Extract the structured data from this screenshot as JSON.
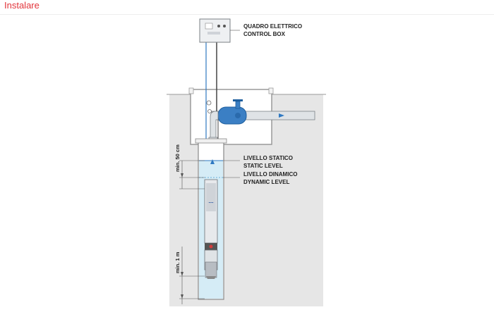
{
  "header": {
    "title": "Instalare"
  },
  "diagram": {
    "control_box": {
      "line1": "QUADRO ELETTRICO",
      "line2": "CONTROL BOX"
    },
    "static_level": {
      "line1": "LIVELLO STATICO",
      "line2": "STATIC LEVEL"
    },
    "dynamic_level": {
      "line1": "LIVELLO DINAMICO",
      "line2": "DYNAMIC LEVEL"
    },
    "min_50": "min. 50 cm",
    "min_1m": "min. 1 m",
    "colors": {
      "water": "#d5ecf6",
      "ground": "#e6e6e6",
      "pipe": "#dfe3e6",
      "pipe_stroke": "#7b8186",
      "valve": "#3b7fc4",
      "arrow": "#2f79c2"
    }
  }
}
